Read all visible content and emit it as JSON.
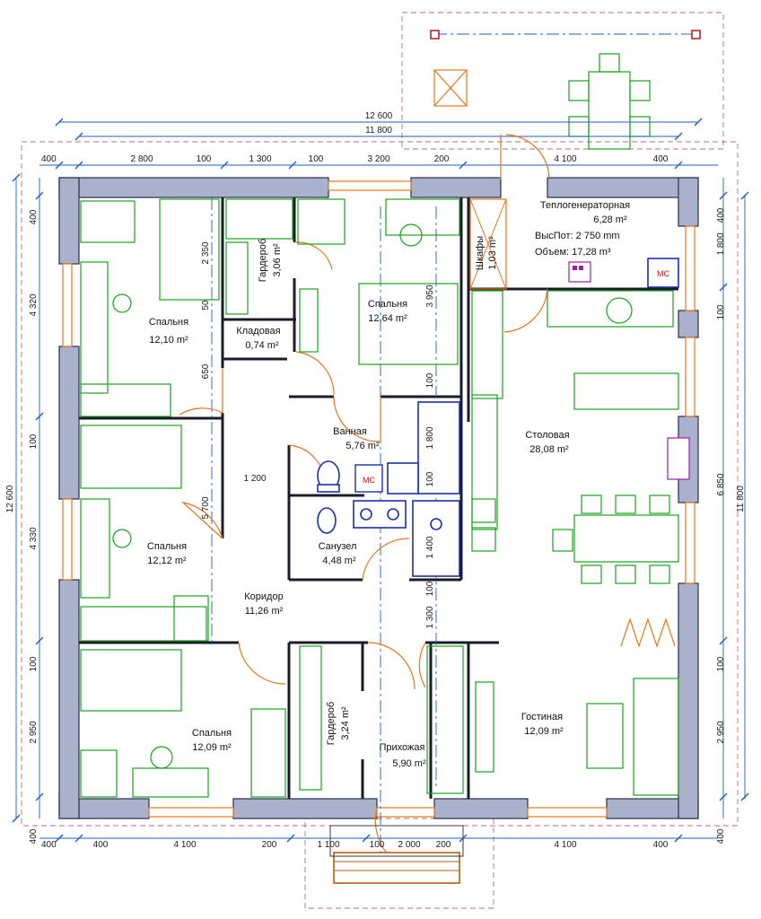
{
  "rooms": [
    {
      "name": "Спальня",
      "area": "12,10 m²"
    },
    {
      "name": "Гардероб",
      "area": "3,06 m²"
    },
    {
      "name": "Спальня",
      "area": "12,64 m²"
    },
    {
      "name": "Шкафы",
      "area": "1,03 m²"
    },
    {
      "name": "Теплогенераторная",
      "area": "6,28 m²",
      "extra1": "ВысПот: 2 750 mm",
      "extra2": "Объем:     17,28 m³"
    },
    {
      "name": "Кладовая",
      "area": "0,74 m²"
    },
    {
      "name": "Ванная",
      "area": "5,76 m²"
    },
    {
      "name": "Столовая",
      "area": "28,08 m²"
    },
    {
      "name": "Спальня",
      "area": "12,12 m²"
    },
    {
      "name": "Санузел",
      "area": "4,48 m²"
    },
    {
      "name": "Коридор",
      "area": "11,26 m²"
    },
    {
      "name": "Гардероб",
      "area": "3,24 m²"
    },
    {
      "name": "Прихожая",
      "area": "5,90 m²"
    },
    {
      "name": "Спальня",
      "area": "12,09 m²"
    },
    {
      "name": "Гостиная",
      "area": "12,09 m²"
    }
  ],
  "dims": {
    "top_total": "12 600",
    "top_inner": "11 800",
    "top_segments": [
      "400",
      "2 800",
      "100",
      "1 300",
      "100",
      "3 200",
      "200",
      "4 100",
      "400"
    ],
    "bottom_segments": [
      "400",
      "400",
      "4 100",
      "200",
      "1 100",
      "100",
      "2 000",
      "200",
      "4 100",
      "400"
    ],
    "left_total": "12 600",
    "left_segments": [
      "400",
      "4 320",
      "100",
      "4 330",
      "100",
      "2 950",
      "400"
    ],
    "right_total": "11 800",
    "right_segments": [
      "400",
      "1 800",
      "100",
      "6 850",
      "100",
      "2 950",
      "400"
    ],
    "inner": [
      "2 350",
      "50",
      "650",
      "5 700",
      "1 200",
      "3 950",
      "100",
      "1 800",
      "100",
      "1 400",
      "100",
      "1 300"
    ]
  },
  "equipment": {
    "boiler": "МС",
    "washer": "МС"
  }
}
